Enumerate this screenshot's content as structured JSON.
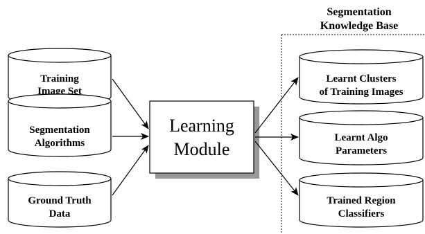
{
  "inputs": [
    {
      "line1": "Training",
      "line2": "Image Set"
    },
    {
      "line1": "Segmentation",
      "line2": "Algorithms"
    },
    {
      "line1": "Ground Truth",
      "line2": "Data"
    }
  ],
  "module": {
    "line1": "Learning",
    "line2": "Module"
  },
  "knowledge_base": {
    "title_line1": "Segmentation",
    "title_line2": "Knowledge Base"
  },
  "outputs": [
    {
      "line1": "Learnt Clusters",
      "line2": "of Training Images"
    },
    {
      "line1": "Learnt Algo",
      "line2": "Parameters"
    },
    {
      "line1": "Trained Region",
      "line2": "Classifiers"
    }
  ]
}
